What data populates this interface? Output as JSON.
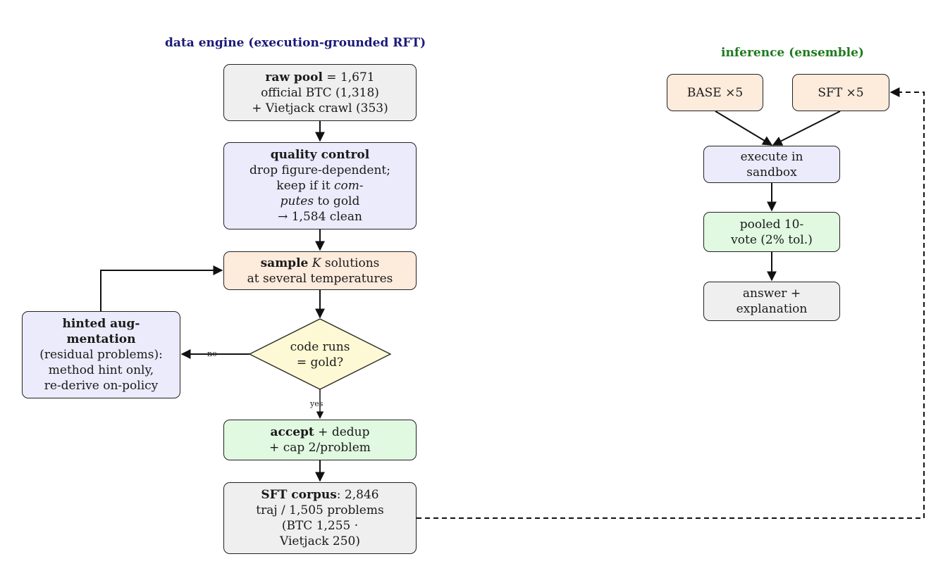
{
  "titles": {
    "data_engine": "data engine (execution-grounded RFT)",
    "inference": "inference (ensemble)"
  },
  "nodes": {
    "raw_pool": {
      "bold": "raw pool",
      "rest": " = 1,671",
      "line2": "official BTC (1,318)",
      "line3": "+ Vietjack crawl (353)"
    },
    "quality_control": {
      "bold": "quality control",
      "line2": "drop figure-dependent;",
      "line3": "keep if it ",
      "line3_em": "com-",
      "line4_em": "putes",
      "line4_rest": " to gold",
      "line5": "→ 1,584 clean"
    },
    "sample": {
      "bold": "sample",
      "em": "K",
      "rest": " solutions",
      "line2": "at several temperatures"
    },
    "decision": {
      "line1": "code runs",
      "line2": "= gold?"
    },
    "hinted": {
      "bold1": "hinted aug-",
      "bold2": "mentation",
      "line3": "(residual problems):",
      "line4": "method hint only,",
      "line5": "re-derive on-policy"
    },
    "accept": {
      "bold": "accept",
      "rest": " + dedup",
      "line2": "+ cap 2/problem"
    },
    "sft_corpus": {
      "bold": "SFT corpus",
      "rest": ": 2,846",
      "line2": "traj / 1,505 problems",
      "line3": "(BTC 1,255 ·",
      "line4": "Vietjack 250)"
    },
    "base": {
      "label": "BASE ×5"
    },
    "sft": {
      "label": "SFT ×5"
    },
    "execute": {
      "line1": "execute in",
      "line2": "sandbox"
    },
    "vote": {
      "line1": "pooled 10-",
      "line2": "vote (2% tol.)"
    },
    "answer": {
      "line1": "answer +",
      "line2": "explanation"
    }
  },
  "edge_labels": {
    "no": "no",
    "yes": "yes"
  },
  "colors": {
    "gray_fill": "#efefef",
    "blue_fill": "#ebebfb",
    "orange_fill": "#fdebdc",
    "green_fill": "#e1f8e1",
    "diamond_fill": "#fdf9d4",
    "left_title": "#1a1a7a",
    "right_title": "#1f7a1f"
  }
}
